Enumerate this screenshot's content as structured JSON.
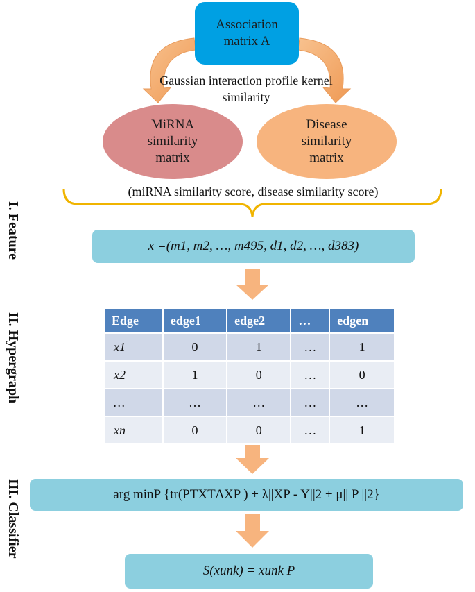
{
  "association_box": {
    "line1": "Association",
    "line2": "matrix A"
  },
  "kernel_label": {
    "line1": "Gaussian interaction profile kernel",
    "line2": "similarity"
  },
  "mirna_ellipse": {
    "line1": "MiRNA",
    "line2": "similarity",
    "line3": "matrix"
  },
  "disease_ellipse": {
    "line1": "Disease",
    "line2": "similarity",
    "line3": "matrix"
  },
  "score_label": "(miRNA similarity score, disease similarity score)",
  "feature_formula": "x =(m1, m2, …, m495, d1, d2, …, d383)",
  "section_labels": {
    "feature": "I. Feature",
    "hypergraph": "II. Hypergraph",
    "classifier": "III. Classifier"
  },
  "hypergraph_table": {
    "headers": [
      "Edge",
      "edge1",
      "edge2",
      "…",
      "edgen"
    ],
    "rows": [
      [
        "x1",
        "0",
        "1",
        "…",
        "1"
      ],
      [
        "x2",
        "1",
        "0",
        "…",
        "0"
      ],
      [
        "…",
        "…",
        "…",
        "…",
        "…"
      ],
      [
        "xn",
        "0",
        "0",
        "…",
        "1"
      ]
    ]
  },
  "classifier_formula": "arg minP {tr(PTXTΔXP ) + λ||XP - Y||2 + μ|| P ||2}",
  "score_formula": "S(xunk) = xunk P",
  "colors": {
    "association_box": "#00a0e3",
    "mirna_ellipse": "#d98b8b",
    "disease_ellipse": "#f7b47e",
    "formula_box": "#8ccfdf",
    "arrow": "#f7b47e",
    "curved_arrow": "#f2a56a",
    "brace": "#f0b400",
    "table_header": "#4f81bd"
  }
}
